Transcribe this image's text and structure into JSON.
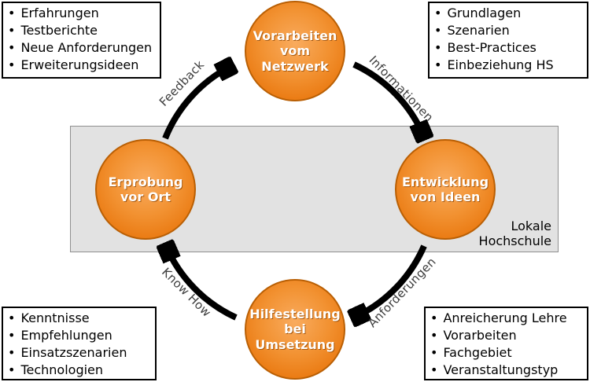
{
  "diagram": {
    "type": "cycle-diagram",
    "language": "de"
  },
  "colors": {
    "node_fill_light": "#f9ab5e",
    "node_fill_dark": "#e47007",
    "node_border": "#b95f04",
    "node_text": "#ffffff",
    "band_fill": "#e2e2e2",
    "band_border": "#8f8f8f",
    "arrow": "#000000",
    "arrow_label": "#3e3e3e",
    "box_border": "#000000",
    "box_text": "#000000"
  },
  "band": {
    "label": "Lokale\nHochschule"
  },
  "nodes": {
    "top": {
      "label": "Vorarbeiten\nvom\nNetzwerk"
    },
    "right": {
      "label": "Entwicklung\nvon Ideen"
    },
    "bottom": {
      "label": "Hilfestellung\nbei\nUmsetzung"
    },
    "left": {
      "label": "Erprobung\nvor Ort"
    }
  },
  "arrows": {
    "feedback": {
      "label": "Feedback",
      "from": "left",
      "to": "top"
    },
    "informationen": {
      "label": "Informationen",
      "from": "top",
      "to": "right"
    },
    "anforderungen": {
      "label": "Anforderungen",
      "from": "right",
      "to": "bottom"
    },
    "knowhow": {
      "label": "Know How",
      "from": "bottom",
      "to": "left"
    }
  },
  "boxes": {
    "top_left": {
      "items": [
        "Erfahrungen",
        "Testberichte",
        "Neue Anforderungen",
        "Erweiterungsideen"
      ]
    },
    "top_right": {
      "items": [
        "Grundlagen",
        "Szenarien",
        "Best-Practices",
        "Einbeziehung HS"
      ]
    },
    "bottom_left": {
      "items": [
        "Kenntnisse",
        "Empfehlungen",
        "Einsatzszenarien",
        "Technologien"
      ]
    },
    "bottom_right": {
      "items": [
        "Anreicherung Lehre",
        "Vorarbeiten",
        "Fachgebiet",
        "Veranstaltungstyp"
      ]
    }
  },
  "bullet": "•"
}
